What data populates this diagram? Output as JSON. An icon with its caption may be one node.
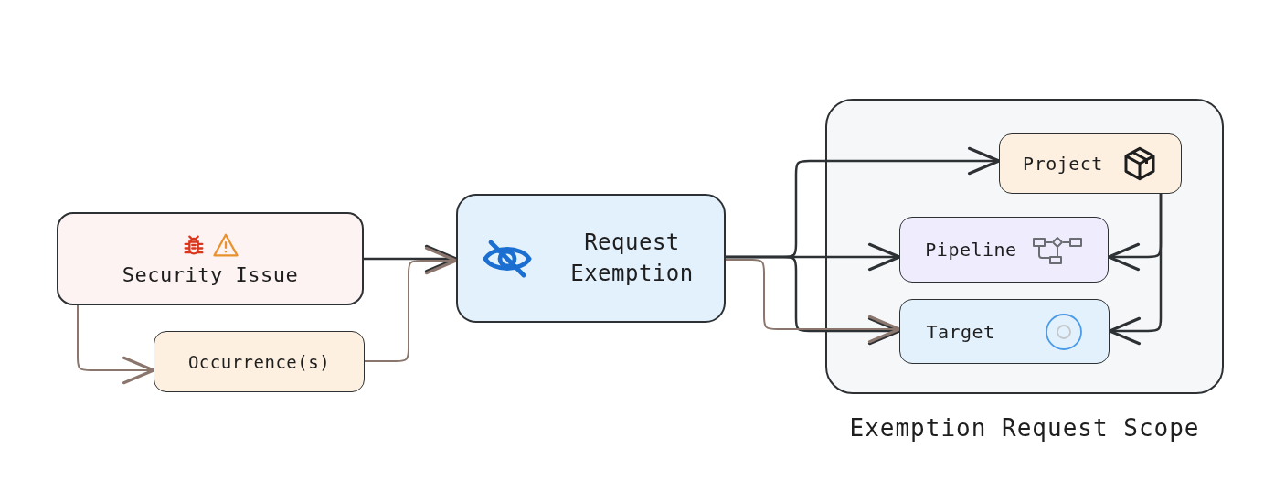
{
  "diagram": {
    "nodes": [
      {
        "text": [
          "Security Issue"
        ]
      },
      {
        "text": [
          "Occurrence(s)"
        ]
      },
      {
        "text": [
          "Request Exemption"
        ]
      },
      {
        "text": [
          "Exemption Request Scope"
        ]
      },
      {
        "text": [
          "Project"
        ],
        "in": 3
      },
      {
        "text": [
          "Pipeline"
        ],
        "in": 3
      },
      {
        "text": [
          "Target"
        ],
        "in": 3
      }
    ],
    "edges": [
      {
        "from": 0,
        "to": 2,
        "arrow": "to"
      },
      {
        "from": 0,
        "to": 1,
        "arrow": "to",
        "color": "#8a766c"
      },
      {
        "from": 1,
        "to": 2,
        "arrow": "to",
        "color": "#8a766c"
      },
      {
        "from": 2,
        "to": 4,
        "arrow": "to"
      },
      {
        "from": 2,
        "to": 5,
        "arrow": "to"
      },
      {
        "from": 2,
        "to": 6,
        "arrow": "to"
      },
      {
        "from": 2,
        "to": 6,
        "arrow": "to",
        "color": "#8a766c"
      },
      {
        "from": 4,
        "to": 5,
        "arrow": "to"
      },
      {
        "from": 4,
        "to": 6,
        "arrow": "to"
      }
    ]
  }
}
